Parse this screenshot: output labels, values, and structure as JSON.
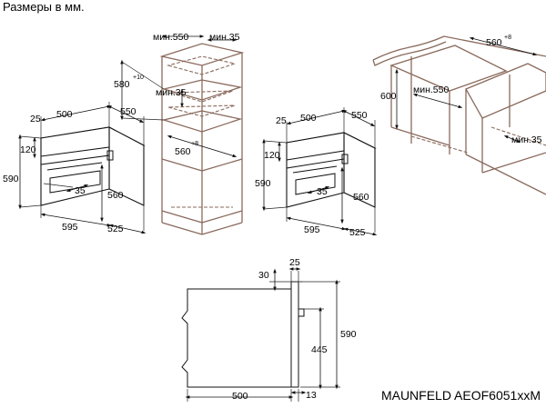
{
  "header": {
    "note": "Размеры в мм."
  },
  "footer": {
    "model": "MAUNFELD AEOF6051xxM"
  },
  "oven_front_view": {
    "dims": [
      "25",
      "500",
      "550",
      "120",
      "590",
      "35",
      "560",
      "595",
      "525"
    ]
  },
  "column_installation": {
    "dims": [
      "мин.550",
      "мин.35",
      "580",
      "+10",
      "мин.35",
      "560",
      "+8"
    ]
  },
  "oven_side_view": {
    "dims": [
      "25",
      "500",
      "550",
      "120",
      "590",
      "35",
      "560",
      "595",
      "525"
    ]
  },
  "undercounter_installation": {
    "dims": [
      "560",
      "+8",
      "600",
      "мин.550",
      "мин.35"
    ]
  },
  "profile_view": {
    "dims": [
      "30",
      "25",
      "590",
      "445",
      "500",
      "13"
    ]
  }
}
